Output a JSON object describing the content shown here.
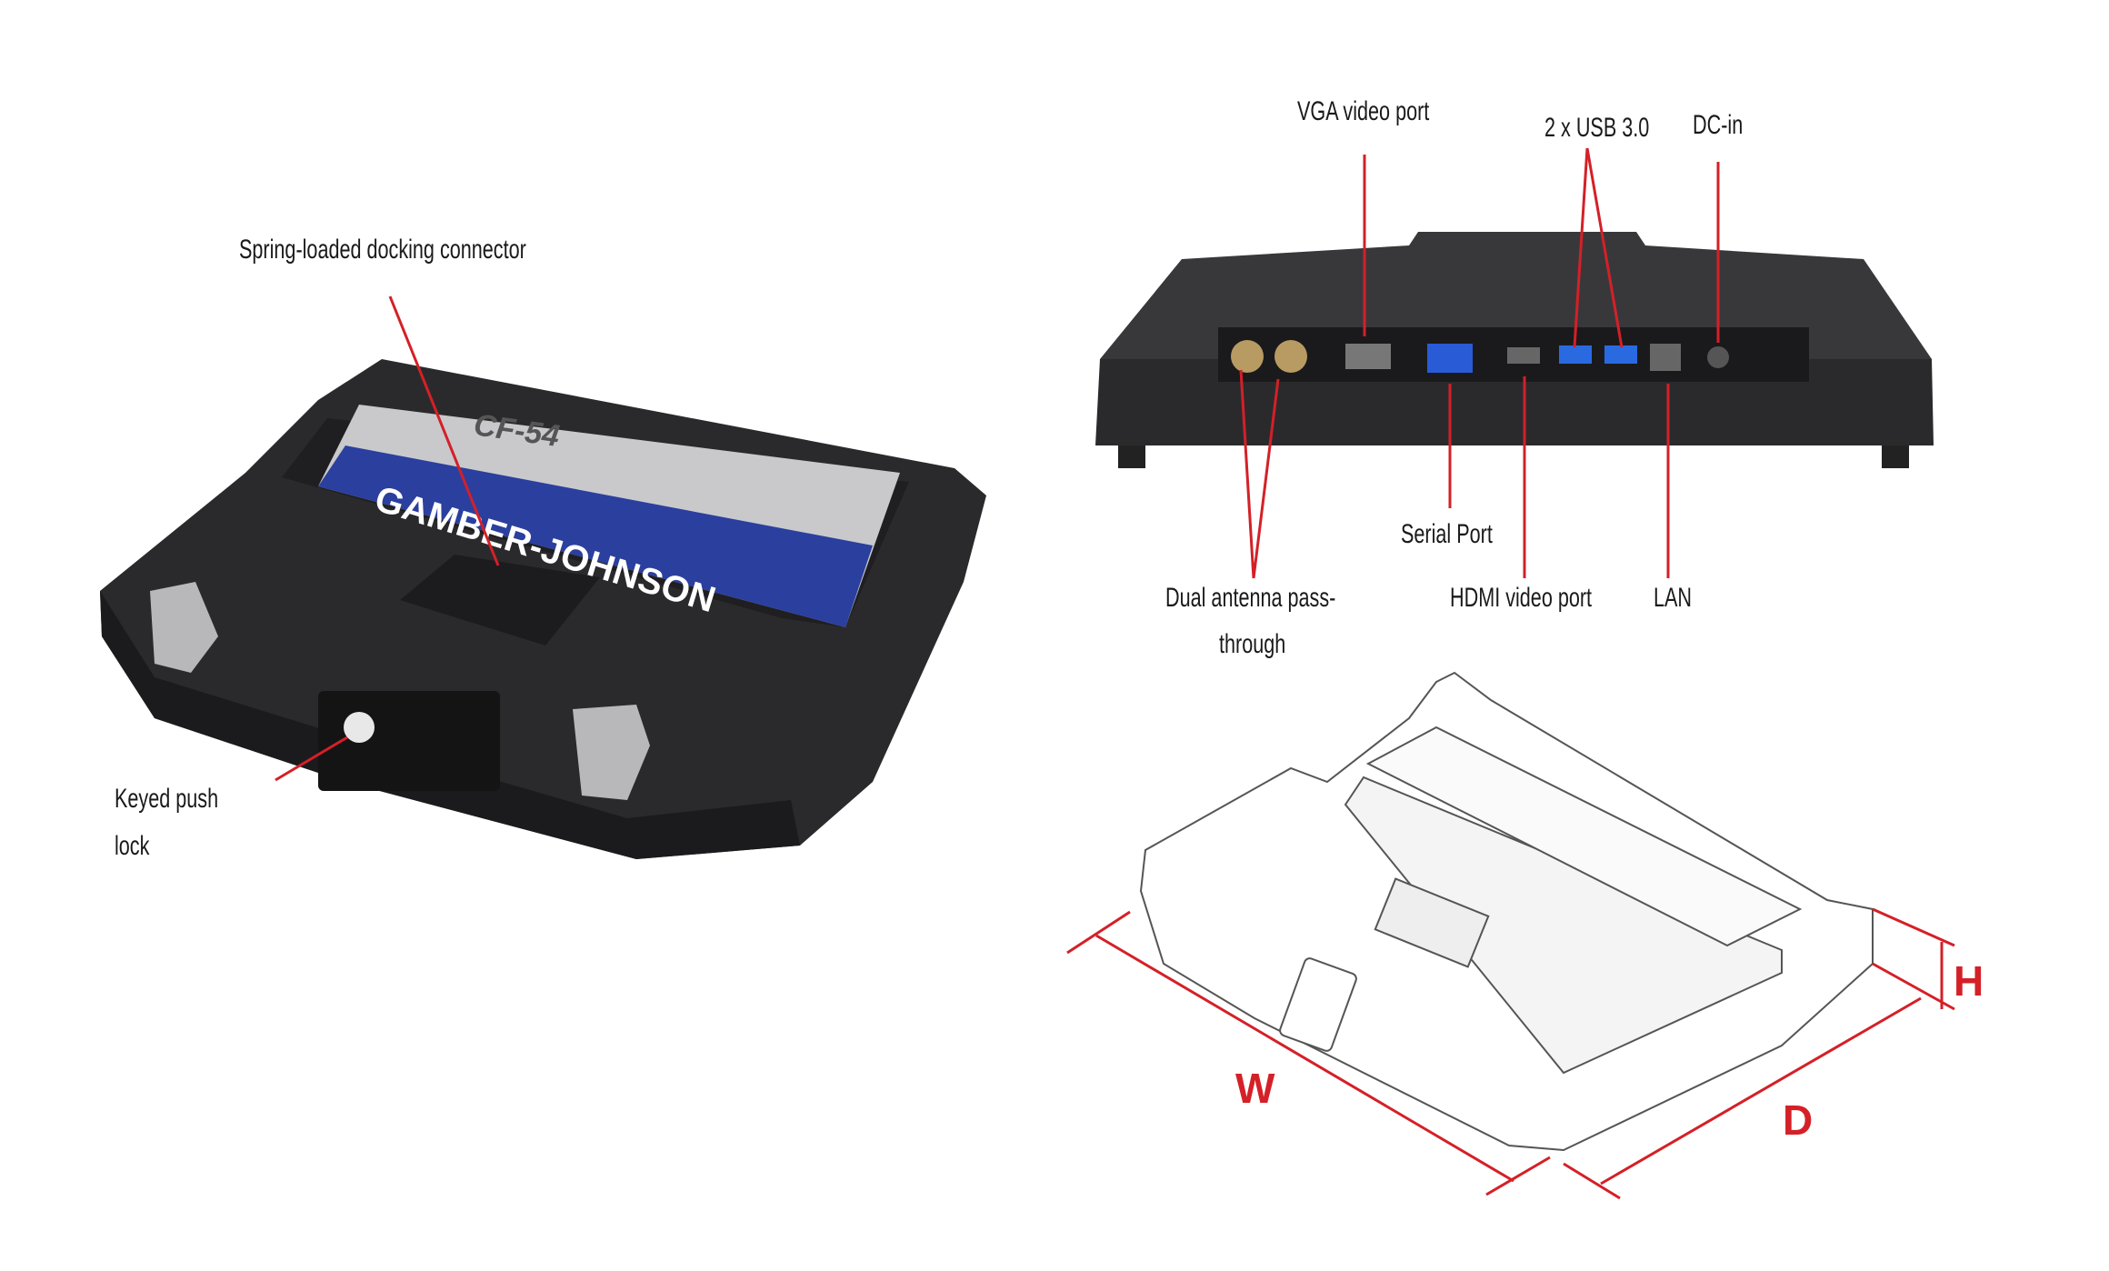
{
  "labels": {
    "docking_connector": "Spring-loaded docking connector",
    "keyed_lock_line1": "Keyed push",
    "keyed_lock_line2": "lock",
    "vga": "VGA video port",
    "usb": "2 x USB 3.0",
    "dc_in": "DC-in",
    "serial": "Serial Port",
    "antenna_line1": "Dual antenna pass-",
    "antenna_line2": "through",
    "hdmi": "HDMI video port",
    "lan": "LAN"
  },
  "dock_branding": {
    "model": "CF-54",
    "brand": "GAMBER-JOHNSON"
  },
  "dimensions": {
    "width": "W",
    "depth": "D",
    "height": "H"
  },
  "colors": {
    "callout": "#d42027",
    "device": "#2b2b2d",
    "blue_label": "#2b3f9e"
  }
}
